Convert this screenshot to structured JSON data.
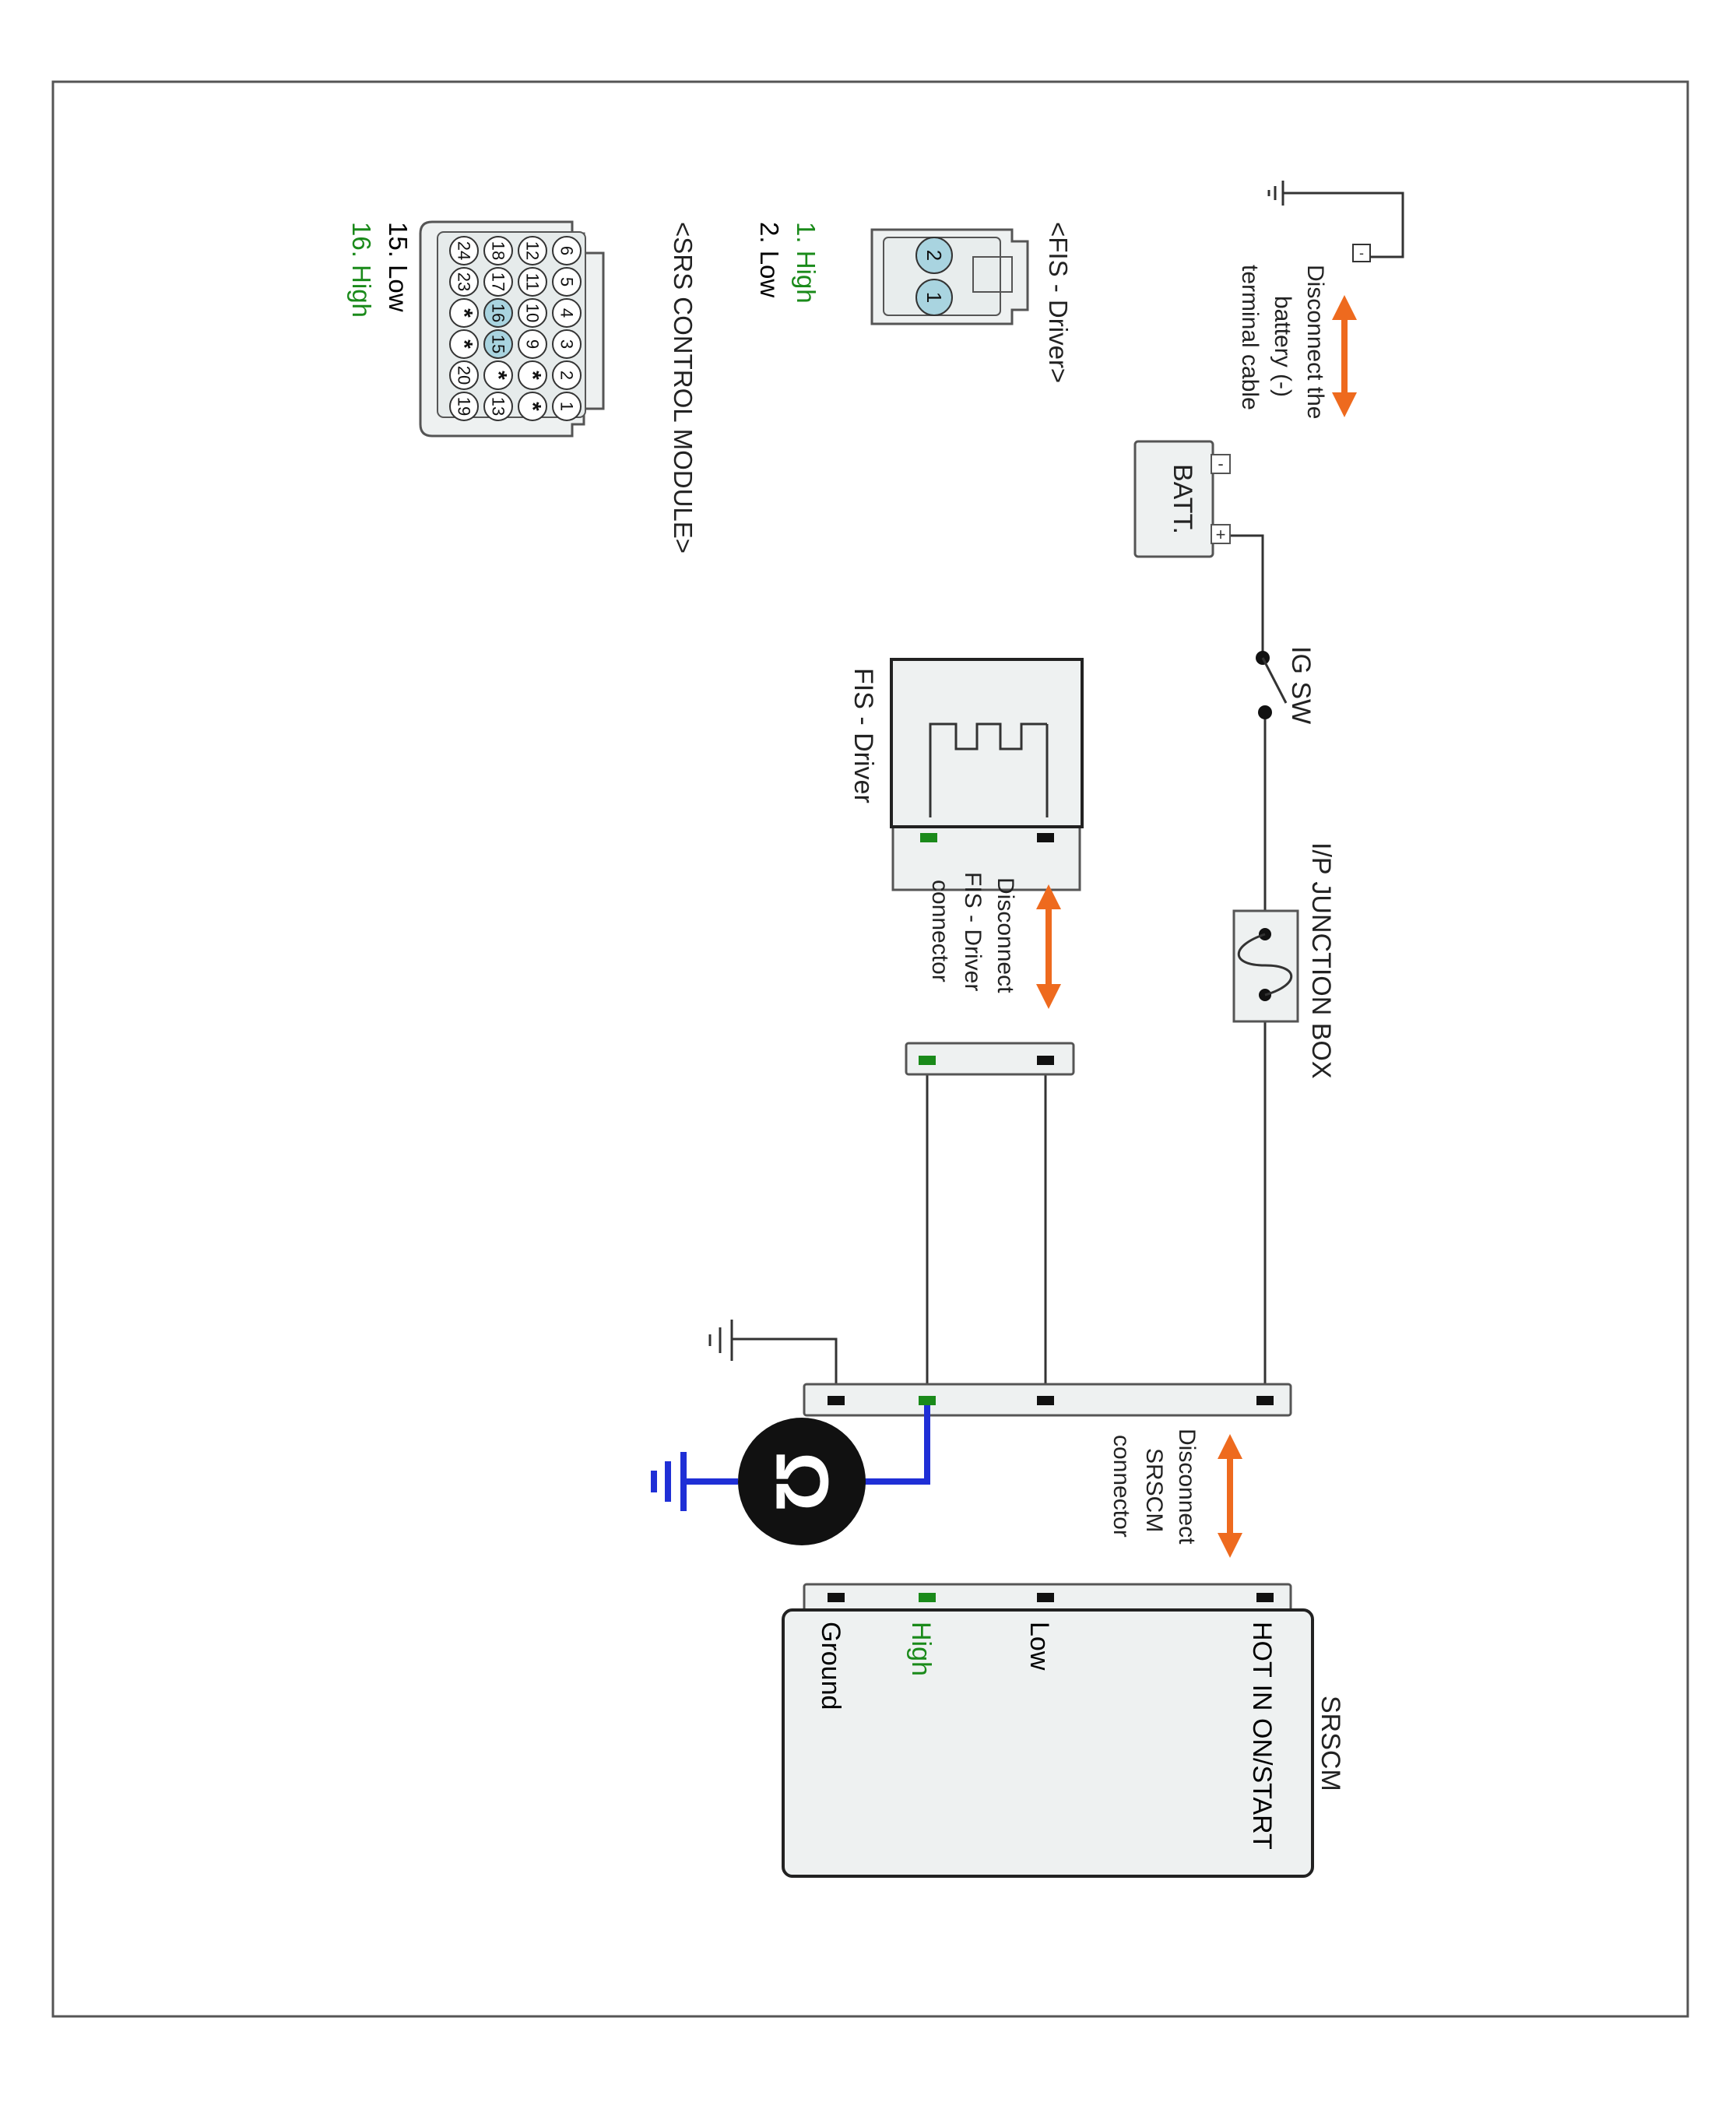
{
  "battery": {
    "label": "BATT.",
    "neg_sign": "-",
    "pos_sign": "+",
    "ground_terminal_sign": "-",
    "disconnect_note": [
      "Disconnect the",
      "battery (-)",
      "terminal cable"
    ]
  },
  "ig_switch": {
    "label": "IG SW"
  },
  "junction_box": {
    "label": "I/P JUNCTION BOX"
  },
  "fis_driver_component": {
    "label": "FIS - Driver",
    "disconnect_note": [
      "Disconnect",
      "FIS - Driver",
      "connector"
    ]
  },
  "srscm_component": {
    "title": "SRSCM",
    "disconnect_note": [
      "Disconnect",
      "SRSCM",
      "connector"
    ],
    "pins": [
      {
        "label": "HOT IN ON/START",
        "color": "#000000"
      },
      {
        "label": "Low",
        "color": "#000000"
      },
      {
        "label": "High",
        "color": "#1a8a1a"
      },
      {
        "label": "Ground",
        "color": "#000000"
      }
    ]
  },
  "fis_connector_view": {
    "title": "<FIS - Driver>",
    "cavities": [
      "2",
      "1"
    ],
    "pins": [
      {
        "text": "1. High",
        "color": "#1a8a1a"
      },
      {
        "text": "2. Low",
        "color": "#000000"
      }
    ]
  },
  "srs_connector_view": {
    "title": "<SRS CONTROL MODULE>",
    "rows": [
      [
        "6",
        "5",
        "4",
        "3",
        "2",
        "1"
      ],
      [
        "12",
        "11",
        "10",
        "9",
        "*",
        "*"
      ],
      [
        "18",
        "17",
        "16",
        "15",
        "*",
        "13"
      ],
      [
        "24",
        "23",
        "*",
        "*",
        "20",
        "19"
      ]
    ],
    "highlighted": [
      "16",
      "15"
    ],
    "pins": [
      {
        "text": "15. Low",
        "color": "#000000"
      },
      {
        "text": "16. High",
        "color": "#1a8a1a"
      }
    ]
  },
  "ohmmeter": {
    "symbol": "Ω"
  },
  "colors": {
    "accent_arrow": "#ee6a1e",
    "high_wire": "#1a8a1a",
    "meter_probe": "#1f2fd6",
    "pin_highlight": "#a9d4e0",
    "component_fill": "#eef1f1"
  }
}
